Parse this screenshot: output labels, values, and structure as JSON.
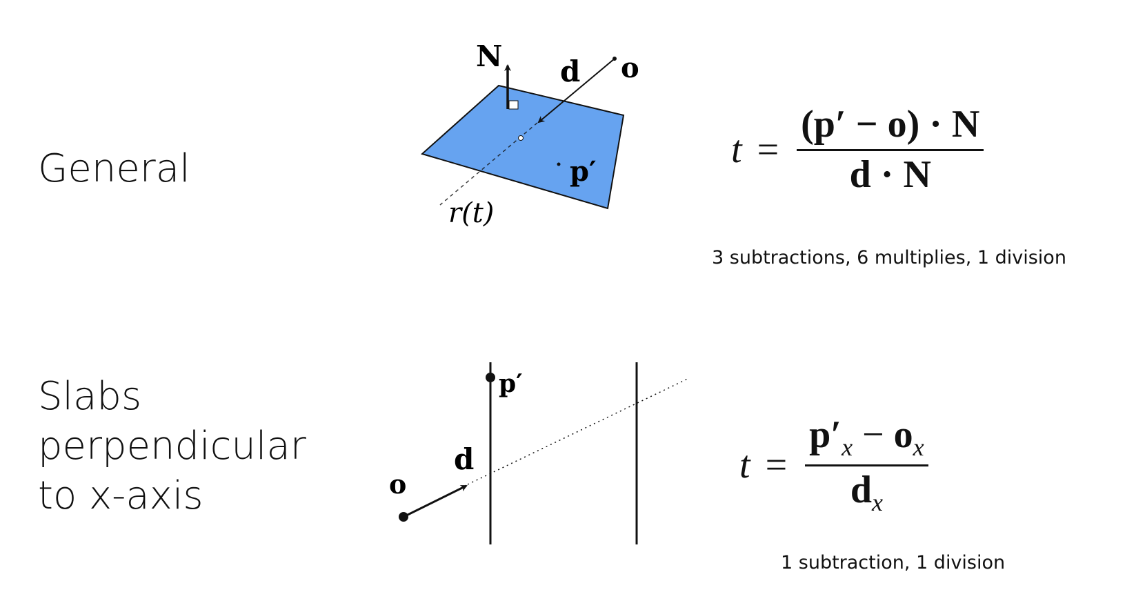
{
  "rows": [
    {
      "label": "General",
      "diagram": {
        "N": "N",
        "d": "d",
        "o": "o",
        "p": "p′",
        "r": "r(t)"
      },
      "formula": {
        "lhs": "t",
        "eq": "=",
        "numerator": "(p′ − o) · N",
        "denominator": "d · N"
      },
      "cost": "3 subtractions, 6 multiplies, 1 division"
    },
    {
      "label_lines": [
        "Slabs",
        "perpendicular",
        "to x-axis"
      ],
      "diagram": {
        "d": "d",
        "o": "o",
        "p": "p′"
      },
      "formula": {
        "lhs": "t",
        "eq": "=",
        "num_p": "p′",
        "num_sub": "x",
        "num_minus": " − ",
        "num_o": "o",
        "num_o_sub": "x",
        "den_d": "d",
        "den_sub": "x"
      },
      "cost": "1 subtraction, 1 division"
    }
  ],
  "colors": {
    "plane": "#66a3f0",
    "ink": "#111111"
  }
}
